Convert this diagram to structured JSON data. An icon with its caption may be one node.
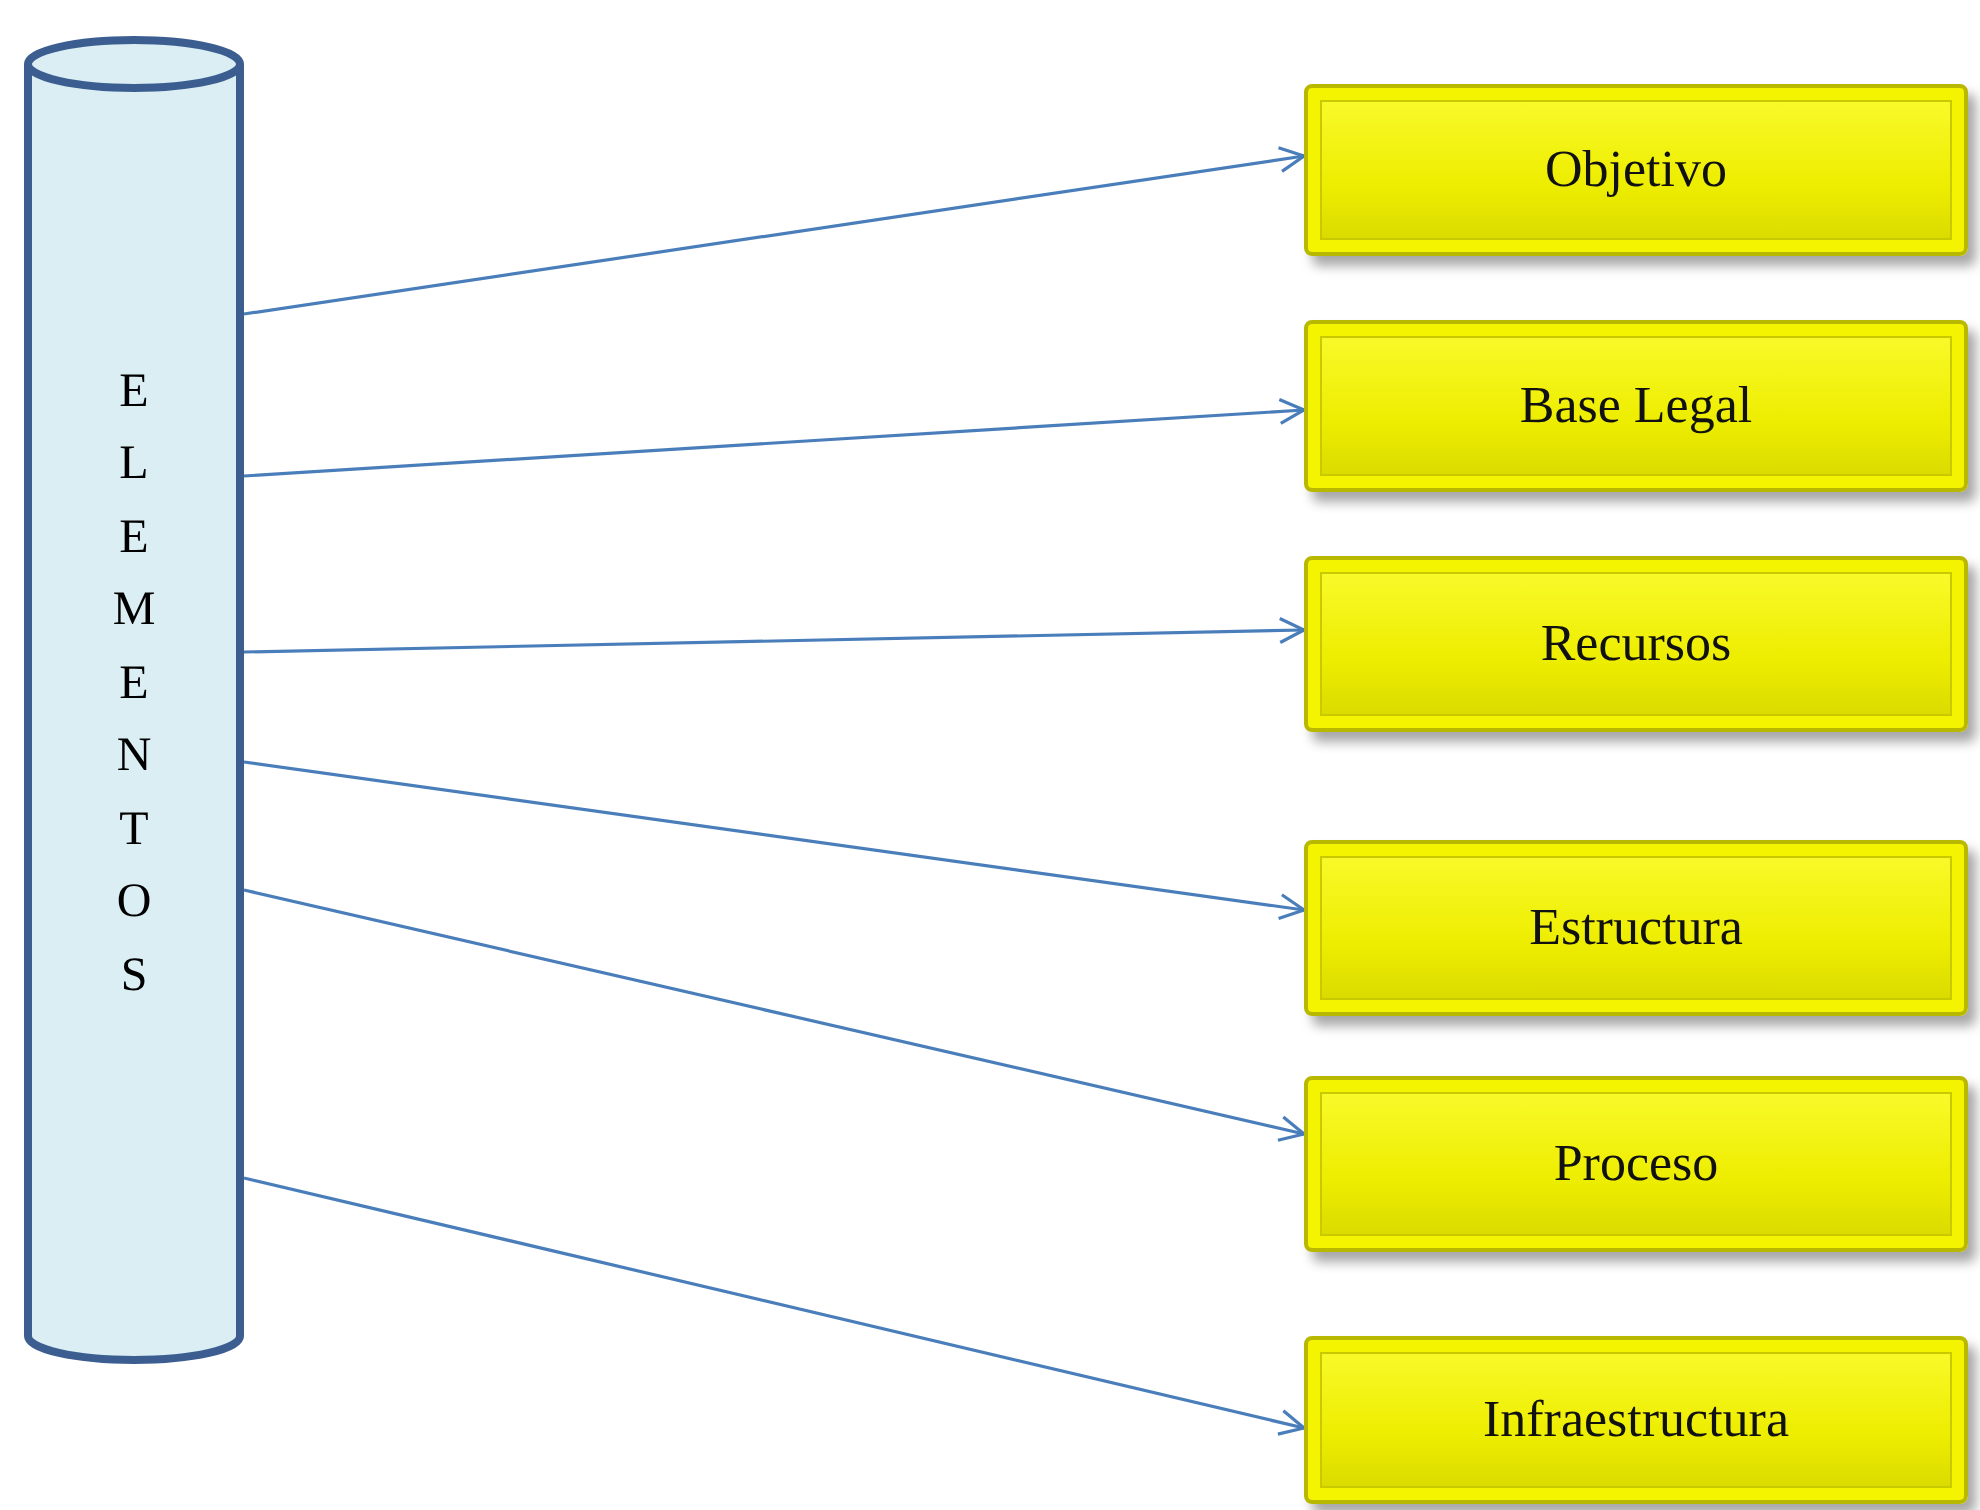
{
  "diagram": {
    "nodes": [
      {
        "text": [
          "ELEMENTOS"
        ]
      },
      {
        "text": [
          "Objetivo"
        ]
      },
      {
        "text": [
          "Base Legal"
        ]
      },
      {
        "text": [
          "Recursos"
        ]
      },
      {
        "text": [
          "Estructura"
        ]
      },
      {
        "text": [
          "Proceso"
        ]
      },
      {
        "text": [
          "Infraestructura"
        ]
      }
    ],
    "edges": [
      {
        "from": 0,
        "to": 1,
        "arrow": "to"
      },
      {
        "from": 0,
        "to": 2,
        "arrow": "to"
      },
      {
        "from": 0,
        "to": 3,
        "arrow": "to"
      },
      {
        "from": 0,
        "to": 4,
        "arrow": "to"
      },
      {
        "from": 0,
        "to": 5,
        "arrow": "to"
      },
      {
        "from": 0,
        "to": 6,
        "arrow": "to"
      }
    ]
  }
}
